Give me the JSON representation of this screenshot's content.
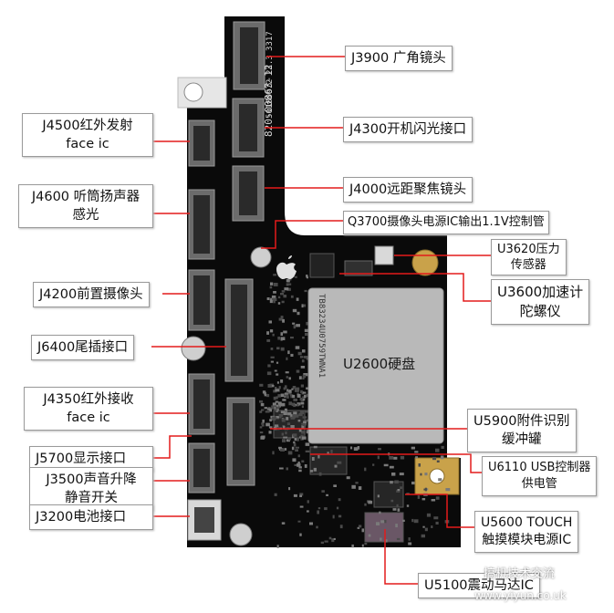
{
  "labels": {
    "j3900": "J3900 广角镜头",
    "j4300": "J4300开机闪光接口",
    "j4000": "J4000远距聚焦镜头",
    "q3700": "Q3700摄像头电源IC输出1.1V控制管",
    "u3620": [
      "U3620压力",
      "传感器"
    ],
    "u3600": [
      "U3600加速计",
      "陀螺仪"
    ],
    "u5900": [
      "U5900附件识别",
      "缓冲罐"
    ],
    "u6110": [
      "U6110 USB控制器",
      "供电管"
    ],
    "u5600": [
      "U5600 TOUCH",
      "触摸模块电源IC"
    ],
    "u5100": "U5100震动马达IC",
    "j4500": [
      "J4500红外发射",
      "face ic"
    ],
    "j4600": [
      "J4600 听筒扬声器",
      "感光"
    ],
    "j4200": "J4200前置摄像头",
    "j6400": "J6400尾插接口",
    "j4350": [
      "J4350红外接收",
      "face ic"
    ],
    "j5700": "J5700显示接口",
    "j3500": [
      "J3500声音升降",
      "静音开关"
    ],
    "j3200": "J3200电池接口"
  },
  "board": {
    "part_number": "820-00863-12",
    "serial": "50180972",
    "version": "23.3",
    "code": "3317",
    "main_chip_label": "U2600硬盘",
    "main_chip_marking": "TB83234U0759TWNA1"
  },
  "watermark": {
    "line1": "搞机技术交流",
    "line2": "www.yiyun.co.uk"
  },
  "colors": {
    "board": "#0a0a0a",
    "leader_line": "#e31b1b",
    "chip": "#b9b9b9",
    "label_border": "#9a9a9a"
  }
}
